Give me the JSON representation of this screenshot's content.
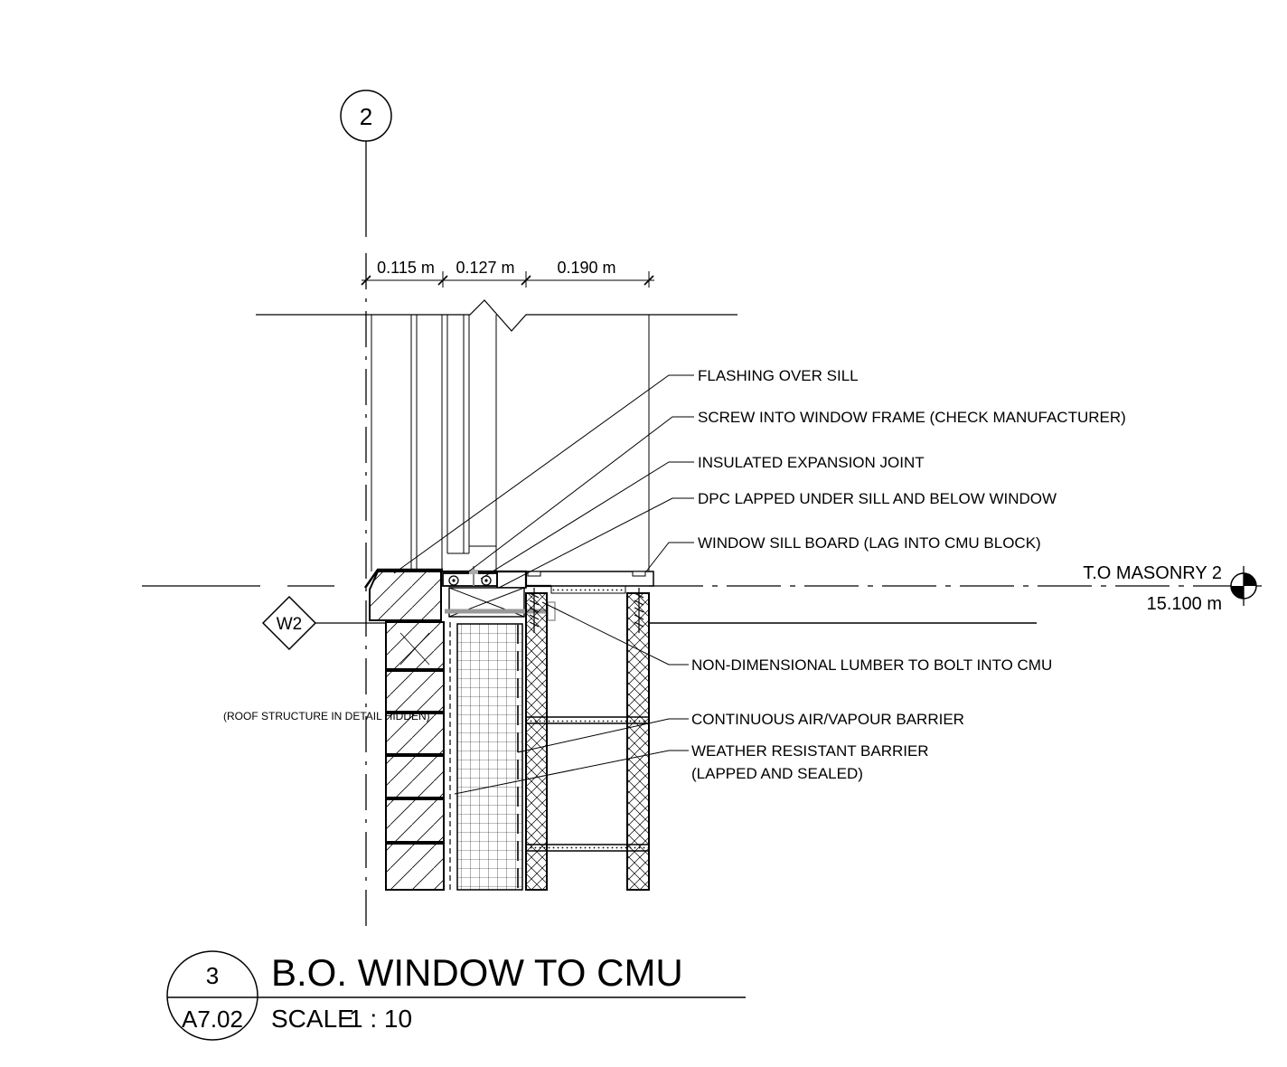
{
  "grid": {
    "label": "2"
  },
  "dimensions": [
    "0.115 m",
    "0.127 m",
    "0.190 m"
  ],
  "callouts": [
    "FLASHING OVER SILL",
    "SCREW INTO WINDOW FRAME (CHECK MANUFACTURER)",
    "INSULATED EXPANSION JOINT",
    "DPC LAPPED UNDER SILL AND BELOW WINDOW",
    "WINDOW SILL BOARD (LAG INTO CMU BLOCK)",
    "NON-DIMENSIONAL LUMBER TO BOLT INTO CMU",
    "CONTINUOUS AIR/VAPOUR BARRIER",
    "WEATHER RESISTANT BARRIER",
    "(LAPPED AND SEALED)"
  ],
  "level": {
    "name": "T.O MASONRY 2",
    "elevation": "15.100 m"
  },
  "wall_tag": "W2",
  "hidden_note": "(ROOF STRUCTURE IN DETAIL HIDDEN)",
  "title_block": {
    "detail_number": "3",
    "sheet": "A7.02",
    "title": "B.O. WINDOW TO CMU",
    "scale_label": "SCALE",
    "scale_value": "1 : 10"
  }
}
